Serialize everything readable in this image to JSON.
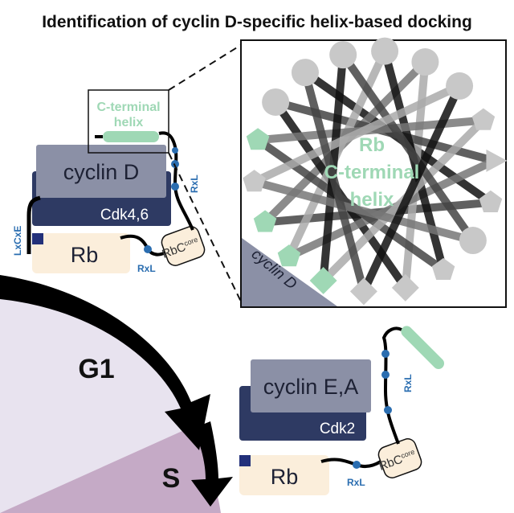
{
  "title": "Identification of cyclin D-specific helix-based docking",
  "top_complex": {
    "cyclin_label": "cyclin D",
    "cdk_label": "Cdk4,6",
    "rb_label": "Rb",
    "rbc_label": "RbC",
    "rbc_sup": "core",
    "helix_line1": "C-terminal",
    "helix_line2": "helix",
    "motif_rxl_side": "RxL",
    "motif_rxl_bottom": "RxL",
    "motif_lxcxe": "LxCxE"
  },
  "inset": {
    "helix_line1": "Rb",
    "helix_line2": "C-terminal",
    "helix_line3": "helix",
    "cyclin_label": "cyclin D"
  },
  "phases": {
    "g1": "G1",
    "s": "S"
  },
  "bottom_complex": {
    "cyclin_label": "cyclin E,A",
    "cdk_label": "Cdk2",
    "rb_label": "Rb",
    "rbc_label": "RbC",
    "rbc_sup": "core",
    "motif_rxl_side": "RxL",
    "motif_rxl_bottom": "RxL"
  },
  "colors": {
    "cyclin": "#8b90a6",
    "cdk": "#2e3a63",
    "rb": "#fbeedb",
    "helix_green": "#9fd8b5",
    "motif_blue": "#2a6db0",
    "g1_region": "#e8e3ef",
    "s_region": "#c5aac6"
  }
}
